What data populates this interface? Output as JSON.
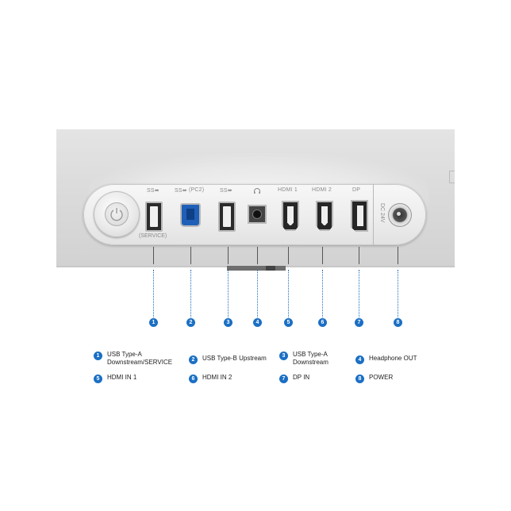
{
  "ports": [
    {
      "num": "1",
      "top_label": "",
      "sub_label": "(SERVICE)"
    },
    {
      "num": "2",
      "top_label": "(PC2)"
    },
    {
      "num": "3",
      "top_label": ""
    },
    {
      "num": "4",
      "top_label": ""
    },
    {
      "num": "5",
      "top_label": "HDMI 1"
    },
    {
      "num": "6",
      "top_label": "HDMI 2"
    },
    {
      "num": "7",
      "top_label": "DP"
    },
    {
      "num": "8",
      "top_label": "DC 24V"
    }
  ],
  "legend": [
    {
      "num": "1",
      "line1": "USB Type-A",
      "line2": "Downstream/SERVICE"
    },
    {
      "num": "2",
      "line1": "USB Type-B Upstream",
      "line2": ""
    },
    {
      "num": "3",
      "line1": "USB Type-A",
      "line2": "Downstream"
    },
    {
      "num": "4",
      "line1": "Headphone OUT",
      "line2": ""
    },
    {
      "num": "5",
      "line1": "HDMI IN 1",
      "line2": ""
    },
    {
      "num": "6",
      "line1": "HDMI IN 2",
      "line2": ""
    },
    {
      "num": "7",
      "line1": "DP IN",
      "line2": ""
    },
    {
      "num": "8",
      "line1": "POWER",
      "line2": ""
    }
  ],
  "colors": {
    "accent": "#1b6fc4",
    "usb_b": "#1f5fb8"
  }
}
